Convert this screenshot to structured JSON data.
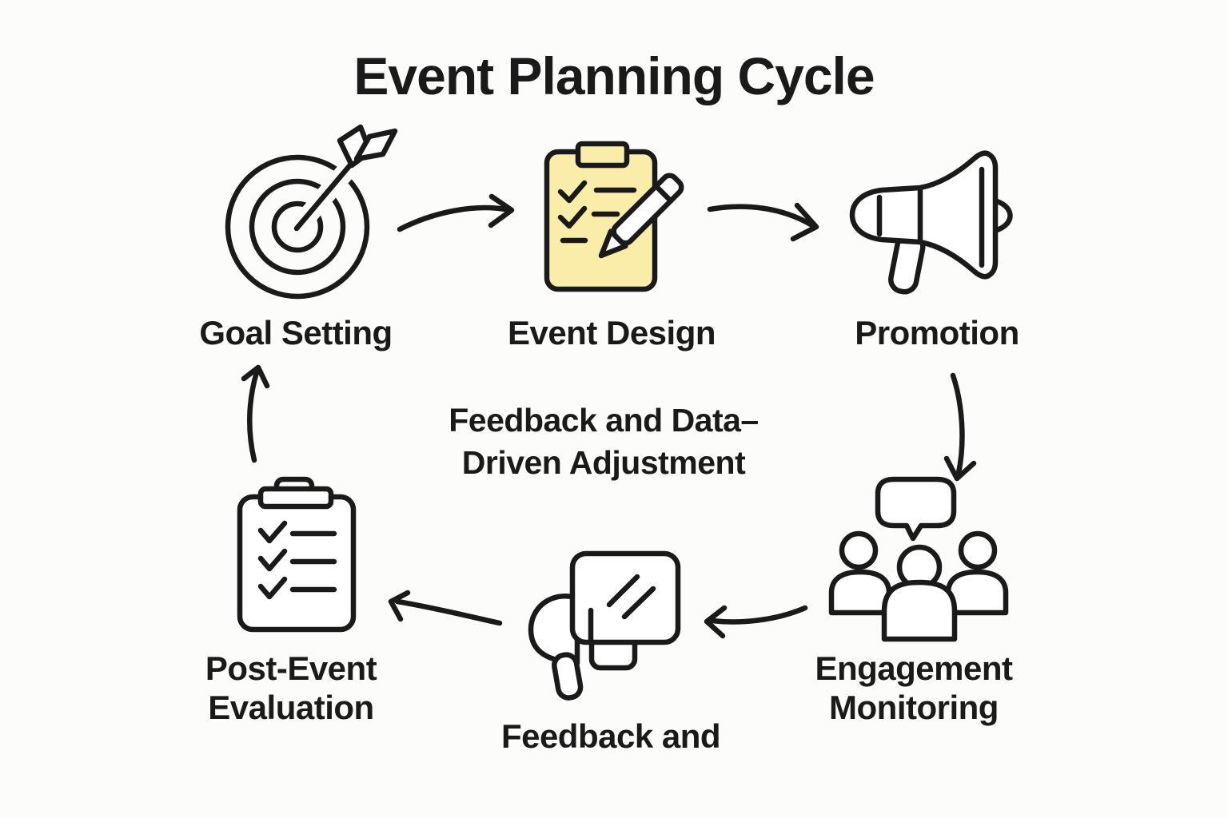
{
  "title": "Event Planning Cycle",
  "center_note": {
    "line1": "Feedback and Data–",
    "line2": "Driven Adjustment"
  },
  "nodes": {
    "goal_setting": {
      "label": "Goal Setting",
      "icon": "target-arrow-icon"
    },
    "event_design": {
      "label": "Event Design",
      "icon": "clipboard-pencil-icon"
    },
    "promotion": {
      "label": "Promotion",
      "icon": "megaphone-icon"
    },
    "engagement_monitoring": {
      "label_line1": "Engagement",
      "label_line2": "Monitoring",
      "icon": "people-speech-bubble-icon"
    },
    "feedback": {
      "label": "Feedback and",
      "icon": "megaphone-board-icon"
    },
    "post_event_evaluation": {
      "label_line1": "Post-Event",
      "label_line2": "Evaluation",
      "icon": "clipboard-checklist-icon"
    }
  },
  "arrows": [
    "goal-setting-to-event-design",
    "event-design-to-promotion",
    "promotion-to-engagement-monitoring",
    "engagement-monitoring-to-feedback",
    "feedback-to-post-event-evaluation",
    "post-event-evaluation-to-goal-setting"
  ],
  "colors": {
    "background": "#FCFCFA",
    "ink": "#1A1A1A",
    "accent_yellow": "#F9EDA9"
  }
}
